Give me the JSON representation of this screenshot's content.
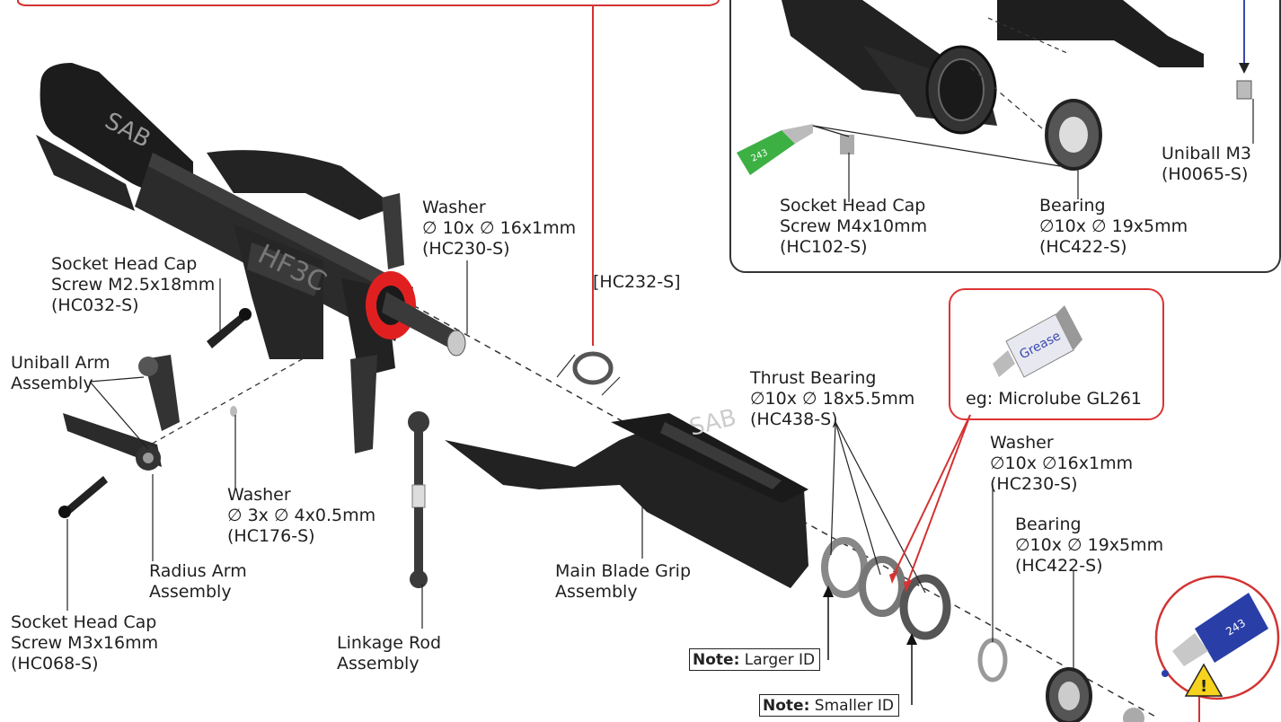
{
  "labels": {
    "washer_top": [
      "Washer",
      "∅ 10x ∅ 16x1mm",
      "(HC230-S)"
    ],
    "hc232": "[HC232-S]",
    "socket_head_cap_top": [
      "Socket Head Cap",
      "Screw M2.5x18mm",
      "(HC032-S)"
    ],
    "uniball_arm": [
      "Uniball Arm",
      "Assembly"
    ],
    "washer_small": [
      "Washer",
      "∅ 3x ∅ 4x0.5mm",
      "(HC176-S)"
    ],
    "radius_arm": [
      "Radius Arm",
      "Assembly"
    ],
    "socket_head_cap_bottom": [
      "Socket Head Cap",
      "Screw M3x16mm",
      "(HC068-S)"
    ],
    "linkage_rod": [
      "Linkage Rod",
      "Assembly"
    ],
    "main_blade_grip": [
      "Main Blade Grip",
      "Assembly"
    ],
    "thrust_bearing": [
      "Thrust Bearing",
      "∅10x ∅ 18x5.5mm",
      "(HC438-S)"
    ],
    "washer_right": [
      "Washer",
      "∅10x ∅16x1mm",
      "(HC230-S)"
    ],
    "bearing_right": [
      "Bearing",
      "∅10x  ∅ 19x5mm",
      "(HC422-S)"
    ],
    "inset_socket": [
      "Socket Head Cap",
      "Screw M4x10mm",
      "(HC102-S)"
    ],
    "inset_bearing": [
      "Bearing",
      "∅10x ∅ 19x5mm",
      "(HC422-S)"
    ],
    "inset_uniball": [
      "Uniball M3",
      "(H0065-S)"
    ],
    "grease_example": "eg: Microlube GL261",
    "grease_tube_text": "Grease",
    "note_larger": {
      "prefix": "Note:",
      "text": " Larger ID"
    },
    "note_smaller": {
      "prefix": "Note:",
      "text": " Smaller ID"
    },
    "brand_grip_top": "SAB",
    "brand_grip_right": "SAB",
    "brand_hub": "HF3C",
    "threadlock_small": "243",
    "threadlock_big": "243"
  },
  "colors": {
    "callout_red": "#d33333",
    "metal_dark": "#2a2a2a",
    "metal_mid": "#4a4a4a",
    "ring_red": "#e02020",
    "threadlock_green": "#3cb043",
    "threadlock_blue": "#2a3ea8"
  }
}
